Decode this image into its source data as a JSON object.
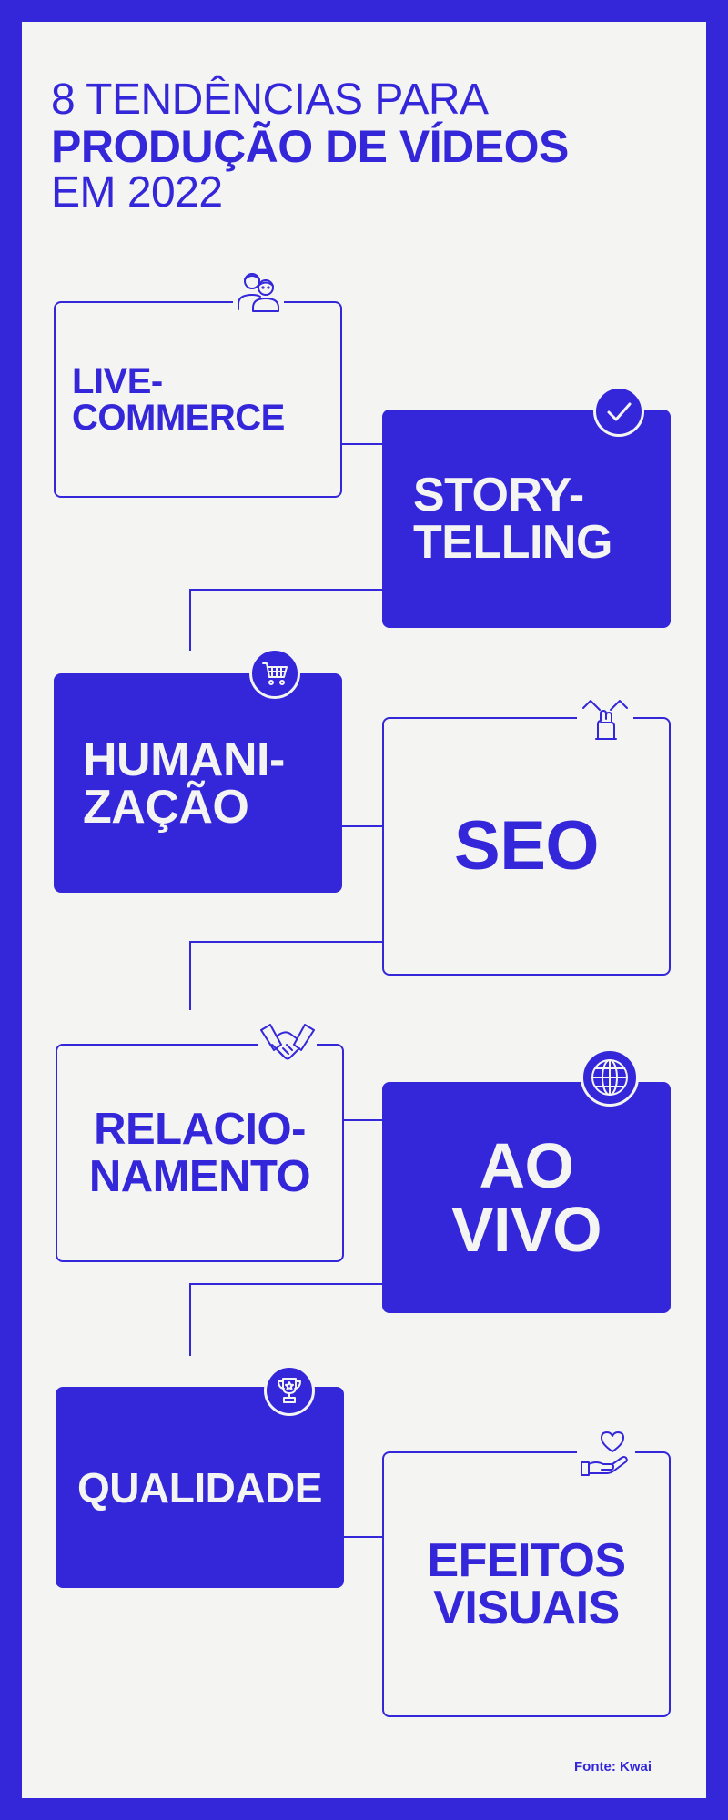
{
  "title": {
    "line1": "8 TENDÊNCIAS PARA",
    "line2": "PRODUÇÃO DE VÍDEOS",
    "line3": "EM 2022"
  },
  "items": [
    {
      "label": "LIVE-\nCOMMERCE",
      "icon": "people-icon"
    },
    {
      "label": "STORY-\nTELLING",
      "icon": "checkmark-icon"
    },
    {
      "label": "HUMANI-\nZAÇÃO",
      "icon": "shopping-cart-icon"
    },
    {
      "label": "SEO",
      "icon": "teamwork-hands-icon"
    },
    {
      "label": "RELACIO-\nNAMENTO",
      "icon": "handshake-icon"
    },
    {
      "label": "AO\nVIVO",
      "icon": "globe-icon"
    },
    {
      "label": "QUALIDADE",
      "icon": "trophy-icon"
    },
    {
      "label": "EFEITOS\nVISUAIS",
      "icon": "heart-hand-icon"
    }
  ],
  "source": "Fonte: Kwai",
  "colors": {
    "accent": "#3427DA",
    "background": "#F4F4F2"
  }
}
